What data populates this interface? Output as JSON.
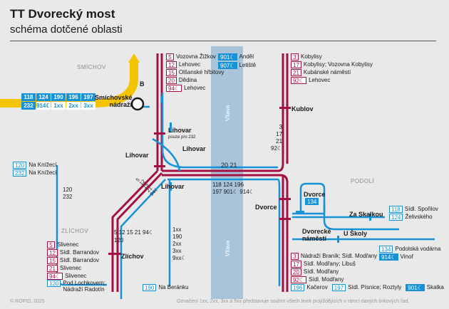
{
  "header": {
    "title": "TT Dvorecký most",
    "subtitle": "schéma dotčené oblasti"
  },
  "colors": {
    "tram": "#a31041",
    "bus": "#1593d6",
    "detour": "#f5c400",
    "river": "#a9c4d9"
  },
  "areas": {
    "smichov": "SMÍCHOV",
    "zlichov": "ZLÍCHOV",
    "podoli": "PODOLÍ",
    "river": "Vltava",
    "river2": "Vltava",
    "detour_mark": "B"
  },
  "stations": {
    "smichovske": "Smíchovské\nnádraží",
    "lihovar_a": "Lihovar",
    "lihovar_note": "pouze pro 232",
    "lihovar_b": "Lihovar",
    "lihovar_c": "Lihovar",
    "lihovar_d": "Lihovar",
    "zlichov": "Zlíchov",
    "kublov": "Kublov",
    "dvorce": "Dvorce",
    "dvorce_b": "Dvorce",
    "dvorecke": "Dvorecké\nnáměstí",
    "za_skalkou": "Za Skalkou",
    "u_skoly": "U Školy"
  },
  "smichov_grid": [
    "118",
    "124",
    "190",
    "196",
    "197",
    "232",
    "914☾",
    "1xx",
    "2xx",
    "3xx"
  ],
  "line_labels": {
    "bridge_trams": "20 21",
    "bridge_buses": "118 124 196\n197 901☾ 914☾",
    "kublov_trams": "3\n17\n21\n92☾",
    "diag_trams": "5\n12\n15\n21\n94☾",
    "diag_trams_b": "5\n12\n15\n21\n94☾\n232",
    "zlichov_row": "5 12 15 21 94☾",
    "zlichov_bus": "120",
    "west_buses": "120\n232",
    "south_buses": "1xx\n190\n2xx\n3xx\n9xx☾"
  },
  "top_left_list": [
    {
      "n": "5",
      "k": "tram",
      "t": "Vozovna Žižkov"
    },
    {
      "n": "12",
      "k": "tram",
      "t": "Lehovec"
    },
    {
      "n": "15",
      "k": "tram",
      "t": "Olšanské hřbitovy"
    },
    {
      "n": "20",
      "k": "tram",
      "t": "Dědina"
    },
    {
      "n": "94☾",
      "k": "tram",
      "t": "Lehovec"
    }
  ],
  "top_mid_list": [
    {
      "n": "901☾",
      "k": "bus",
      "t": "Anděl"
    },
    {
      "n": "907☾",
      "k": "bus",
      "t": "Letiště"
    }
  ],
  "top_right_list": [
    {
      "n": "3",
      "k": "tram",
      "t": "Kobylisy"
    },
    {
      "n": "17",
      "k": "tram",
      "t": "Kobylisy; Vozovna Kobylisy"
    },
    {
      "n": "21",
      "k": "tram",
      "t": "Kubánské náměstí"
    },
    {
      "n": "92☾",
      "k": "tram",
      "t": "Lehovec"
    }
  ],
  "west_list": [
    {
      "n": "120",
      "k": "bus",
      "t": "Na Knížecí"
    },
    {
      "n": "232",
      "k": "bus",
      "t": "Na Knížecí"
    }
  ],
  "right_mid_list": [
    {
      "n": "118",
      "k": "bus",
      "t": "Sídl. Spořilov"
    },
    {
      "n": "124",
      "k": "bus",
      "t": "Želivského"
    }
  ],
  "right_low_list": [
    {
      "n": "134",
      "k": "bus",
      "t": "Podolská vodárna"
    },
    {
      "n": "914☾",
      "k": "busn",
      "t": "Vinoř"
    }
  ],
  "dvorce_badge": "134",
  "zlichov_list": [
    {
      "n": "5",
      "k": "tram",
      "t": "Slivenec"
    },
    {
      "n": "12",
      "k": "tram",
      "t": "Sídl. Barrandov"
    },
    {
      "n": "15",
      "k": "tram",
      "t": "Sídl. Barrandov"
    },
    {
      "n": "21",
      "k": "tram",
      "t": "Slivenec"
    },
    {
      "n": "94☾",
      "k": "tram",
      "t": "Slivenec"
    },
    {
      "n": "120",
      "k": "bus",
      "t": "Pod Lochkovem;\nNádraží Radotín"
    }
  ],
  "south_bus": {
    "n": "190",
    "t": "Na Beránku"
  },
  "bottom_right_list": [
    {
      "n": "3",
      "k": "tram",
      "t": "Nádraží Braník; Sídl. Modřany"
    },
    {
      "n": "17",
      "k": "tram",
      "t": "Sídl. Modřany; Libuš"
    },
    {
      "n": "20",
      "k": "tram",
      "t": "Sídl. Modřany"
    },
    {
      "n": "92☾",
      "k": "tram",
      "t": "Sídl. Modřany"
    }
  ],
  "bottom_row": [
    {
      "n": "196",
      "k": "bus",
      "t": "Kačerov"
    },
    {
      "n": "197",
      "k": "bus",
      "t": "Sídl. Písnice; Roztyly"
    },
    {
      "n": "901☾",
      "k": "bus",
      "t": "Skalka"
    }
  ],
  "footer": {
    "copyright": "© ROPID, 2025",
    "note": "Označení 1xx, 2xx, 3xx a 9xx představuje souhrn všech linek projíždějících v rámci daných linkových řad."
  }
}
